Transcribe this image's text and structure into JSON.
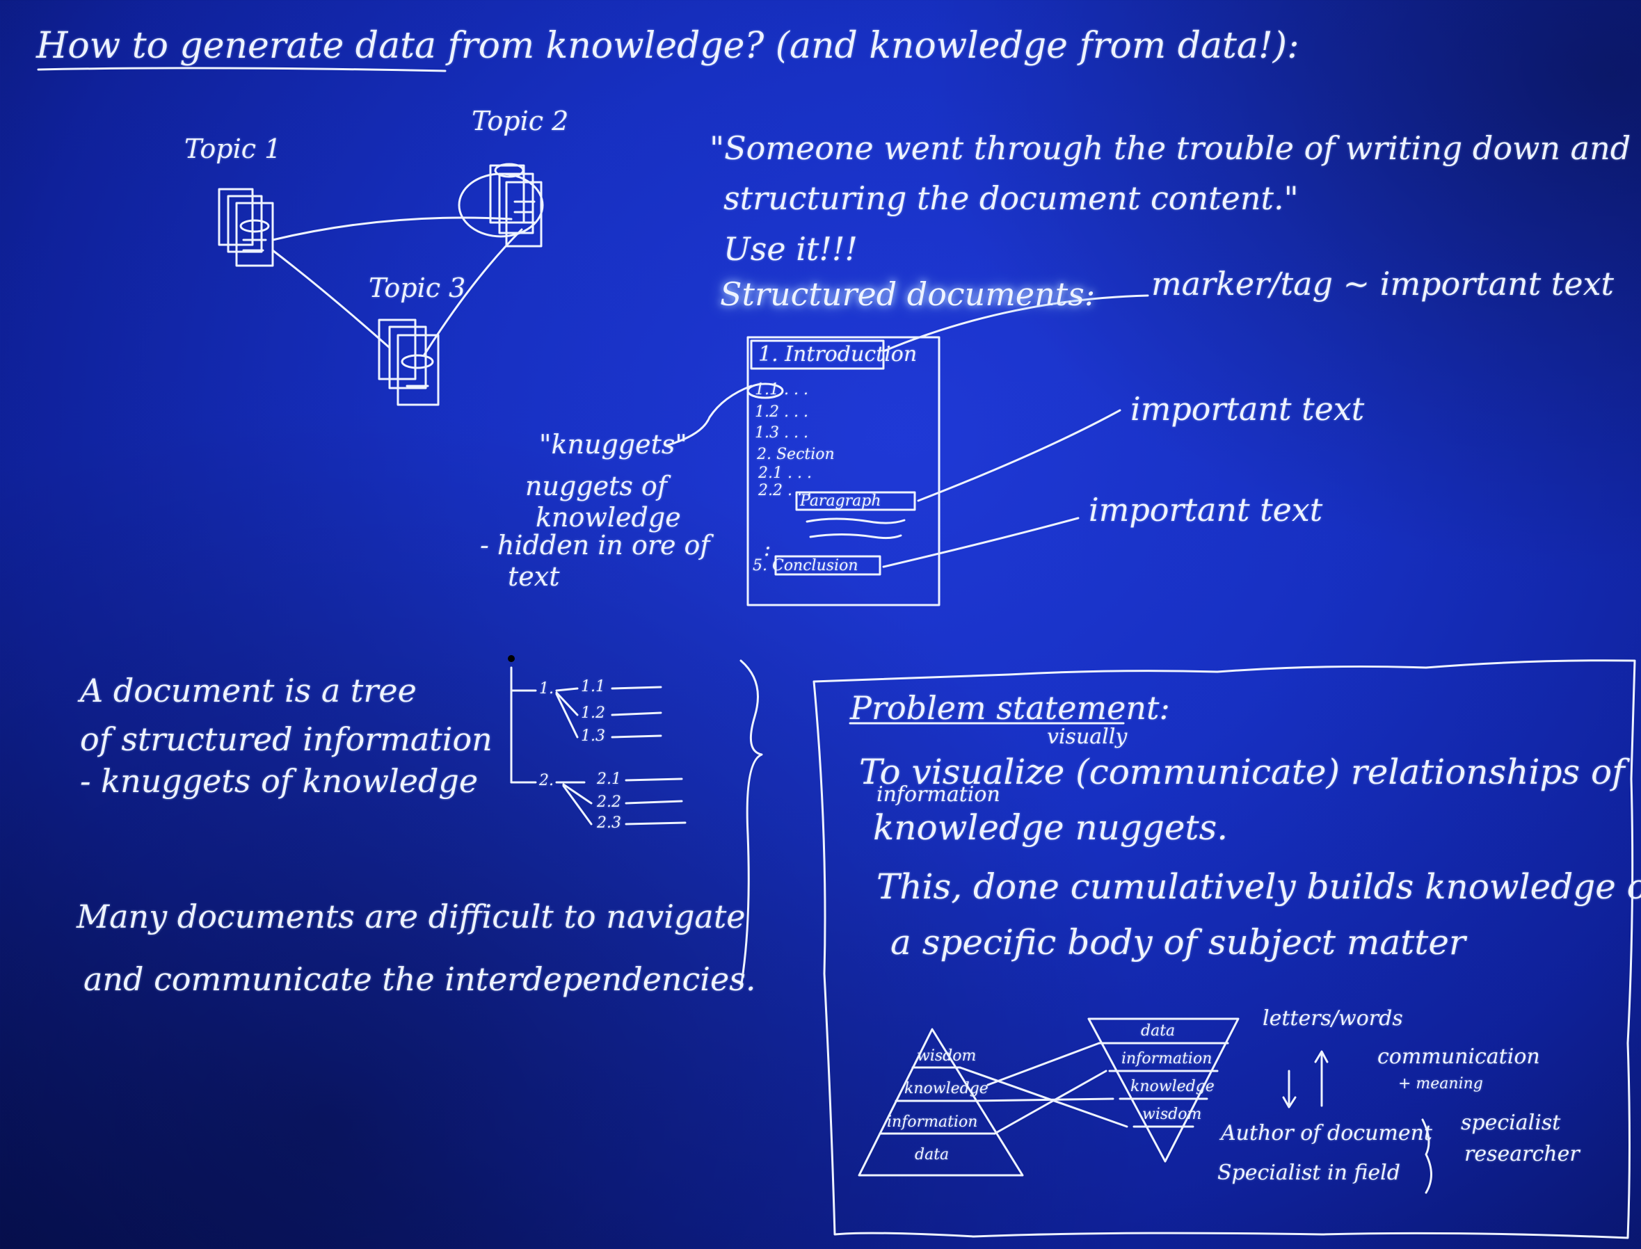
{
  "title": "How to generate data from knowledge? (and knowledge from data!):",
  "topics": {
    "topic1": "Topic 1",
    "topic2": "Topic 2",
    "topic3": "Topic 3"
  },
  "quote": {
    "line1": "\"Someone went through the trouble of writing down and",
    "line2": "structuring the document content.\"",
    "line3": "Use it!!!",
    "structured": "Structured documents:"
  },
  "doc_outline": {
    "intro": "1. Introduction",
    "items": [
      "1.1 . . .",
      "1.2 . . .",
      "1.3 . . .",
      "2. Section",
      "2.1 . . .",
      "2.2 . . ."
    ],
    "paragraph": "Paragraph",
    "colon": ":",
    "conclusion": "5. Conclusion"
  },
  "annotations": {
    "marker": "marker/tag ~ important text",
    "important1": "important text",
    "important2": "important text"
  },
  "knuggets": {
    "line1": "\"knuggets\"",
    "line2": "nuggets of",
    "line3": "knowledge",
    "line4": "- hidden in ore of",
    "line5": "text"
  },
  "tree_text": {
    "line1": "A document is a tree",
    "line2": "of structured information",
    "line3": "- knuggets of knowledge"
  },
  "tree_labels": {
    "n1": "1.",
    "n11": "1.1",
    "n12": "1.2",
    "n13": "1.3",
    "n2": "2.",
    "n21": "2.1",
    "n22": "2.2",
    "n23": "2.3"
  },
  "navigate": {
    "line1": "Many documents are difficult to navigate",
    "line2": "and communicate the interdependencies."
  },
  "problem": {
    "heading": "Problem statement:",
    "visually": "visually",
    "line1": "To visualize (communicate) relationships of",
    "information": "information",
    "line2": "knowledge nuggets.",
    "line3": "This, done cumulatively builds knowledge of",
    "line4": "a specific body of subject matter"
  },
  "pyramid": {
    "levels": [
      "wisdom",
      "knowledge",
      "information",
      "data"
    ]
  },
  "inverted_pyramid": {
    "levels": [
      "data",
      "information",
      "knowledge",
      "wisdom"
    ]
  },
  "right_notes": {
    "letters": "letters/words",
    "communication": "communication",
    "meaning": "+ meaning",
    "author": "Author of document",
    "specialist_field": "Specialist in field",
    "specialist": "specialist",
    "researcher": "researcher"
  }
}
